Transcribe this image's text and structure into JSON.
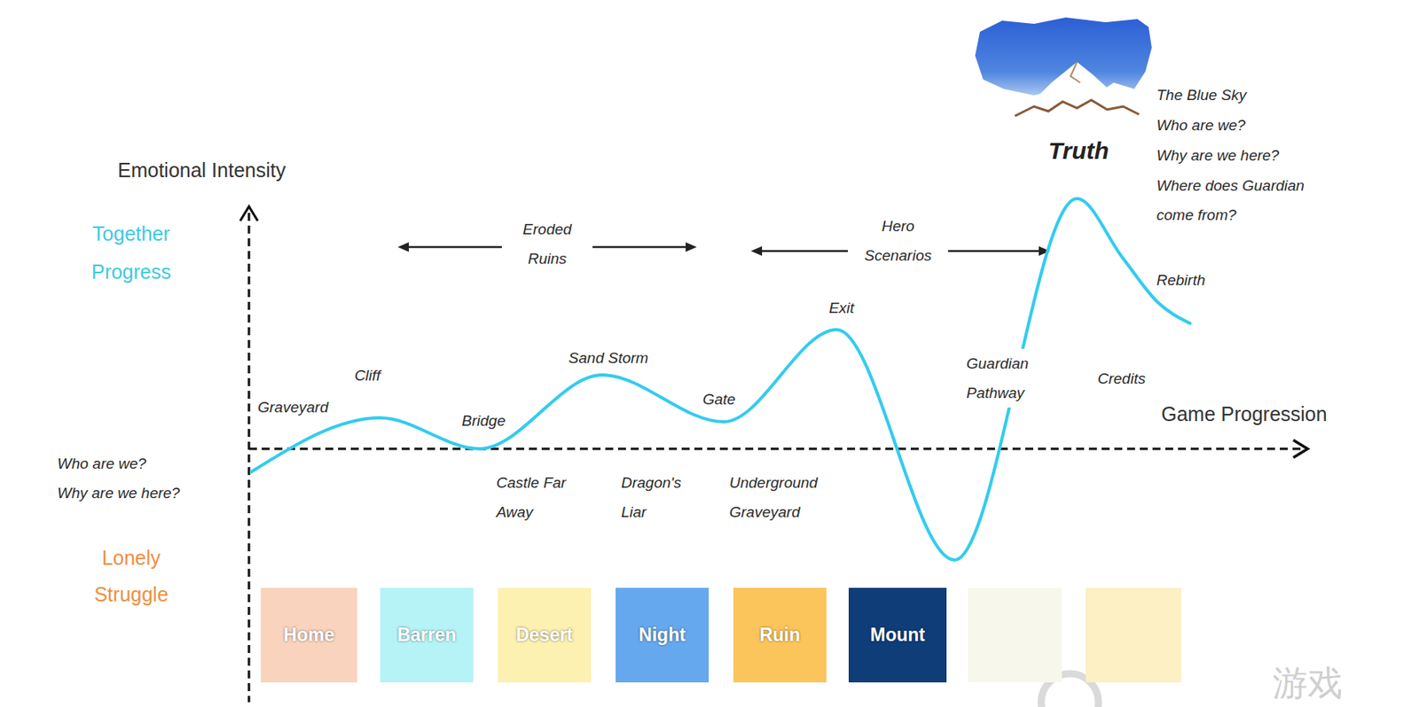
{
  "diagram": {
    "nodes": [
      {
        "text": [
          "Home"
        ]
      },
      {
        "text": [
          "Barren"
        ]
      },
      {
        "text": [
          "Desert"
        ]
      },
      {
        "text": [
          "Night"
        ]
      },
      {
        "text": [
          "Ruin"
        ]
      },
      {
        "text": [
          "Mount"
        ]
      }
    ],
    "labels": [
      "Emotional Intensity",
      "Together Progress",
      "Lonely Struggle",
      "Game Progression",
      "Who are we?",
      "Why are we here?",
      "Eroded Ruins",
      "Hero Scenarios",
      "Truth",
      "The Blue Sky",
      "Who are we?",
      "Why are we here?",
      "Where does Guardian come from?",
      "Cliff",
      "Graveyard",
      "Sand Storm",
      "Bridge",
      "Gate",
      "Exit",
      "Castle Far Away",
      "Dragon's Liar",
      "Underground Graveyard",
      "Guardian Pathway",
      "Credits",
      "Rebirth",
      "游戏"
    ]
  }
}
